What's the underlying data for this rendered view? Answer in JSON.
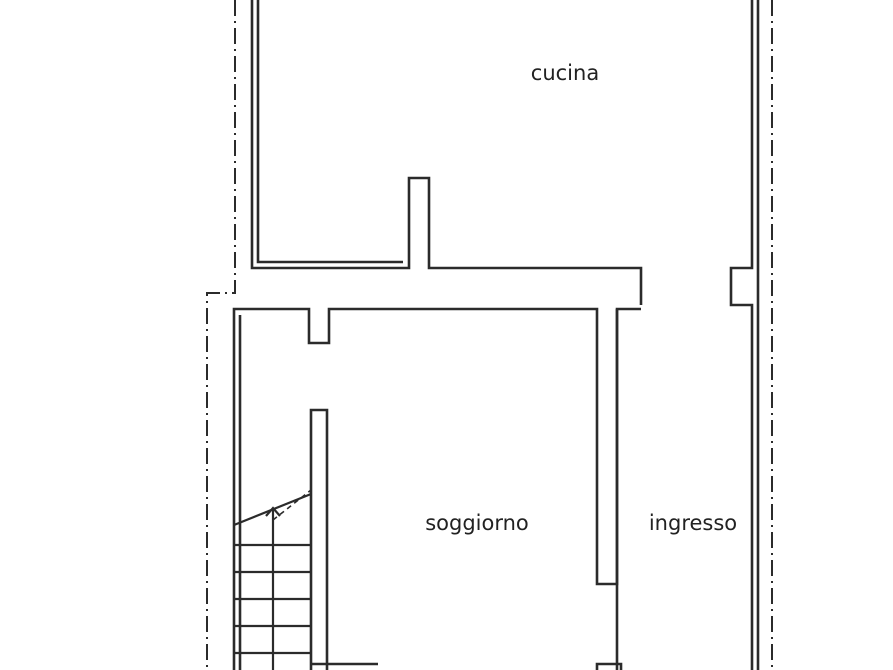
{
  "rooms": {
    "kitchen": {
      "label": "cucina"
    },
    "living": {
      "label": "soggiorno"
    },
    "entrance": {
      "label": "ingresso"
    }
  },
  "colors": {
    "line": "#2b2b2b",
    "background": "#ffffff"
  }
}
